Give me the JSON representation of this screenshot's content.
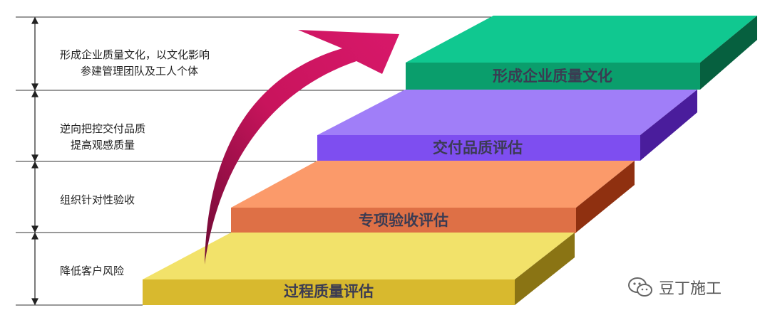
{
  "left_rows": [
    {
      "lines": [
        "形成企业质量文化，以文化影响",
        "参建管理团队及工人个体"
      ]
    },
    {
      "lines": [
        "逆向把控交付品质",
        "提高观感质量"
      ]
    },
    {
      "lines": [
        "组织针对性验收"
      ]
    },
    {
      "lines": [
        "降低客户风险"
      ]
    }
  ],
  "steps": [
    {
      "label": "过程质量评估",
      "top": "#f2e26a",
      "front": "#d8b92e",
      "side": "#8a7414"
    },
    {
      "label": "专项验收评估",
      "top": "#fb9a6a",
      "front": "#de7046",
      "side": "#8f3010"
    },
    {
      "label": "交付品质评估",
      "top": "#a07ef8",
      "front": "#7e4ef0",
      "side": "#4a1d9c"
    },
    {
      "label": "形成企业质量文化",
      "top": "#10c890",
      "front": "#0a9e6c",
      "side": "#06603f"
    }
  ],
  "arrow_color": "#c8145c",
  "watermark": {
    "icon": "wechat-icon",
    "text": "豆丁施工"
  }
}
